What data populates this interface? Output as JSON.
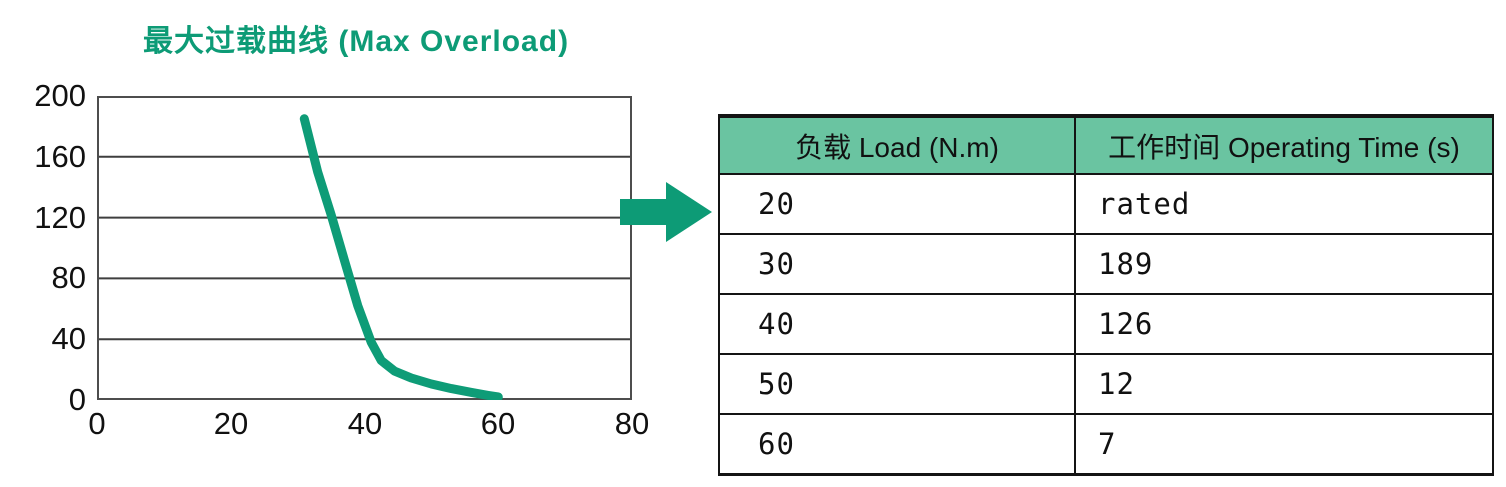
{
  "colors": {
    "accent_green": "#0d9b76",
    "curve_green": "#0e9c77",
    "header_green": "#6ac4a1",
    "grid_line": "#3f3f3f",
    "table_border": "#141414",
    "axis_text": "#111111"
  },
  "chart_data": {
    "type": "line",
    "title": "最大过载曲线 (Max Overload)",
    "xlabel": "",
    "ylabel": "",
    "xlim": [
      0,
      80
    ],
    "ylim": [
      0,
      200
    ],
    "x_ticks": [
      0,
      20,
      40,
      60,
      80
    ],
    "y_ticks": [
      0,
      40,
      80,
      120,
      160,
      200
    ],
    "grid": "horizontal",
    "legend": "none",
    "series": [
      {
        "name": "max-overload-curve",
        "color": "#0e9c77",
        "points": [
          [
            31,
            185
          ],
          [
            33,
            150
          ],
          [
            35,
            122
          ],
          [
            37,
            92
          ],
          [
            39,
            62
          ],
          [
            41,
            38
          ],
          [
            42.5,
            26
          ],
          [
            44.5,
            19
          ],
          [
            47,
            14.5
          ],
          [
            50,
            10.5
          ],
          [
            53,
            7.5
          ],
          [
            56,
            5
          ],
          [
            58.5,
            3
          ],
          [
            60,
            2
          ]
        ]
      }
    ]
  },
  "table": {
    "headers": [
      "负载 Load (N.m)",
      "工作时间 Operating Time (s)"
    ],
    "rows": [
      [
        "20",
        "rated"
      ],
      [
        "30",
        "189"
      ],
      [
        "40",
        "126"
      ],
      [
        "50",
        "12"
      ],
      [
        "60",
        "7"
      ]
    ]
  },
  "arrow": {
    "meaning": "points from curve to table"
  }
}
